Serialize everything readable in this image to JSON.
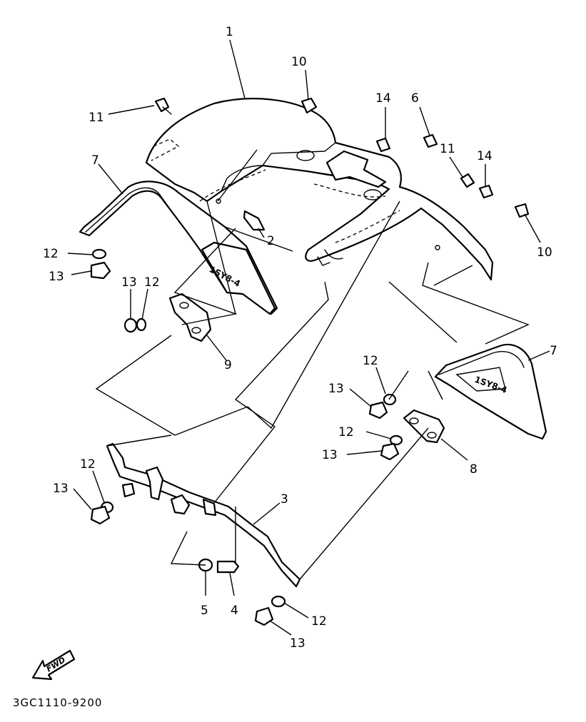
{
  "callouts": {
    "c1": "1",
    "c2": "2",
    "c3": "3",
    "c4": "4",
    "c5": "5",
    "c6": "6",
    "c7a": "7",
    "c7b": "7",
    "c8": "8",
    "c9": "9",
    "c10a": "10",
    "c10b": "10",
    "c11a": "11",
    "c11b": "11",
    "c12a": "12",
    "c12b": "12",
    "c12c": "12",
    "c12d": "12",
    "c12e": "12",
    "c12f": "12",
    "c13a": "13",
    "c13b": "13",
    "c13c": "13",
    "c13d": "13",
    "c13e": "13",
    "c13f": "13",
    "c14a": "14",
    "c14b": "14"
  },
  "stamps": {
    "left_bracket": "1SY8-4",
    "right_bracket": "1SY8-4"
  },
  "fwd_arrow_label": "FWD",
  "diagram_code": "3GC1110-9200"
}
